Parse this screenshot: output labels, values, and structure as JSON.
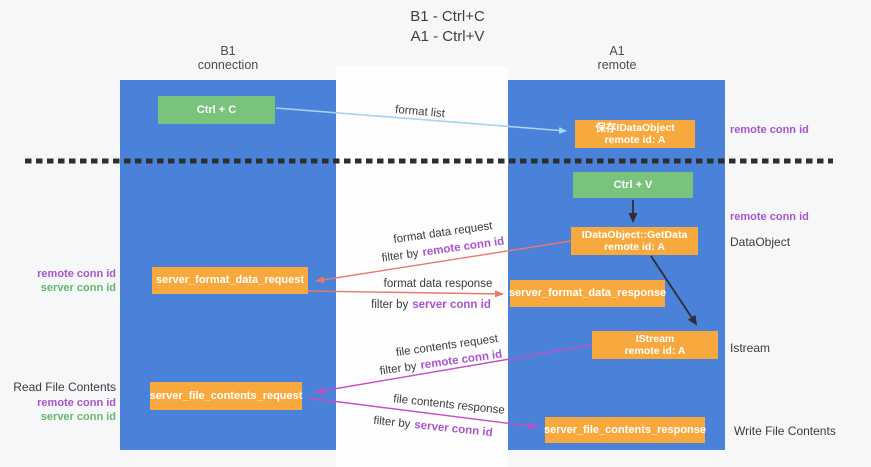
{
  "title": {
    "line1": "B1 - Ctrl+C",
    "line2": "A1 - Ctrl+V"
  },
  "columns": {
    "left": {
      "name": "B1",
      "role": "connection"
    },
    "right": {
      "name": "A1",
      "role": "remote"
    }
  },
  "boxes": {
    "ctrl_c": {
      "label": "Ctrl + C"
    },
    "save_idataobject": {
      "line1": "保存IDataObject",
      "line2": "remote id: A"
    },
    "ctrl_v": {
      "label": "Ctrl + V"
    },
    "idataobject_getdata": {
      "line1": "IDataObject::GetData",
      "line2": "remote id: A"
    },
    "server_format_data_request": {
      "label": "server_format_data_request"
    },
    "server_format_data_response": {
      "label": "server_format_data_response"
    },
    "istream": {
      "line1": "IStream",
      "line2": "remote id: A"
    },
    "server_file_contents_request": {
      "label": "server_file_contents_request"
    },
    "server_file_contents_response": {
      "label": "server_file_contents_response"
    }
  },
  "flow_labels": {
    "format_list": "format list",
    "format_data_request": "format data request",
    "format_data_response": "format data response",
    "file_contents_request": "file contents request",
    "file_contents_response": "file contents response",
    "filter_by": "filter by",
    "remote_conn_id": "remote conn id",
    "server_conn_id": "server conn id"
  },
  "side_labels": {
    "remote_conn_id": "remote conn id",
    "server_conn_id": "server conn id",
    "dataobject": "DataObject",
    "istream": "Istream",
    "read_file_contents": "Read File Contents",
    "write_file_contents": "Write File Contents"
  },
  "colors": {
    "column_blue": "#4a82d9",
    "box_green": "#79c37d",
    "box_orange": "#f8a93e",
    "arrow_light_blue": "#a6d3f2",
    "arrow_salmon": "#e87870",
    "arrow_magenta": "#c44fc4",
    "arrow_black": "#2f2f2f",
    "label_purple": "#a855cc",
    "label_green": "#62b96a",
    "text_dark": "#3b3b3b"
  }
}
